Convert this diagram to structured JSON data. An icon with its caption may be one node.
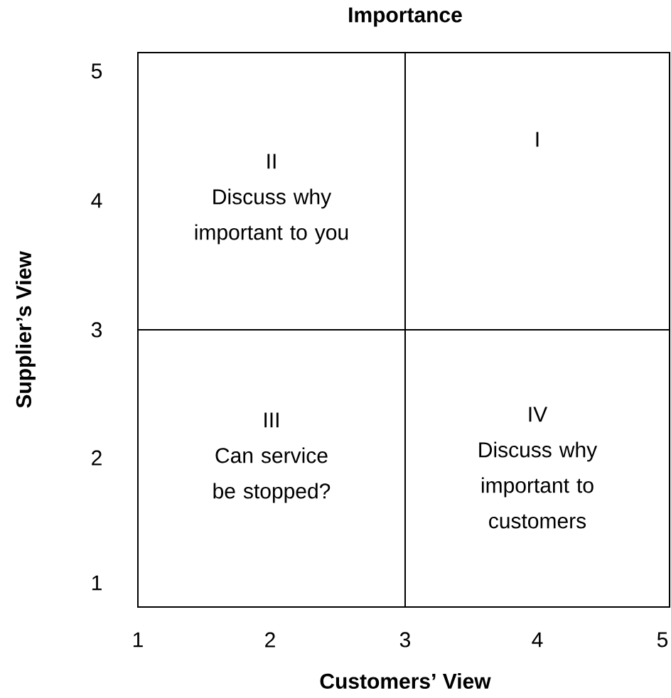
{
  "diagram": {
    "title": "Importance",
    "nodes": [
      {
        "text": [
          "II",
          "Discuss why important to you"
        ]
      },
      {
        "text": [
          "I"
        ]
      },
      {
        "text": [
          "III",
          "Can service be stopped?"
        ]
      },
      {
        "text": [
          "IV",
          "Discuss why important to customers"
        ]
      }
    ],
    "labels": [
      "5",
      "4",
      "Supplier’s View",
      "3",
      "2",
      "1",
      "1",
      "2",
      "3",
      "4",
      "5",
      "Customers’ View"
    ]
  }
}
